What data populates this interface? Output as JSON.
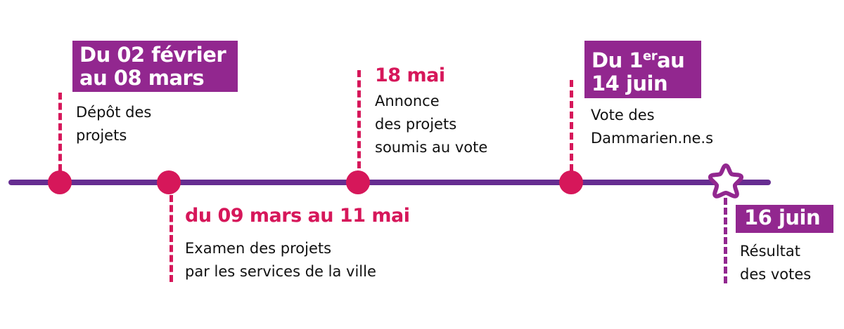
{
  "colors": {
    "primary": "#92278f",
    "accent": "#d6175a",
    "line": "#662d91"
  },
  "events": [
    {
      "date_line1": "Du 02 février",
      "date_line2": "au 08 mars",
      "desc_line1": "Dépôt des",
      "desc_line2": "projets"
    },
    {
      "date": "du 09 mars au 11 mai",
      "desc_line1": "Examen des projets",
      "desc_line2": "par les services de la ville"
    },
    {
      "date": "18 mai",
      "desc_line1": "Annonce",
      "desc_line2": "des projets",
      "desc_line3": "soumis au vote"
    },
    {
      "date_prefix": "Du 1",
      "date_sup": "er",
      "date_suffix": "au",
      "date_line2": "14 juin",
      "desc_line1": "Vote des",
      "desc_line2": "Dammarien.ne.s"
    },
    {
      "date": "16 juin",
      "desc_line1": "Résultat",
      "desc_line2": "des votes"
    }
  ]
}
